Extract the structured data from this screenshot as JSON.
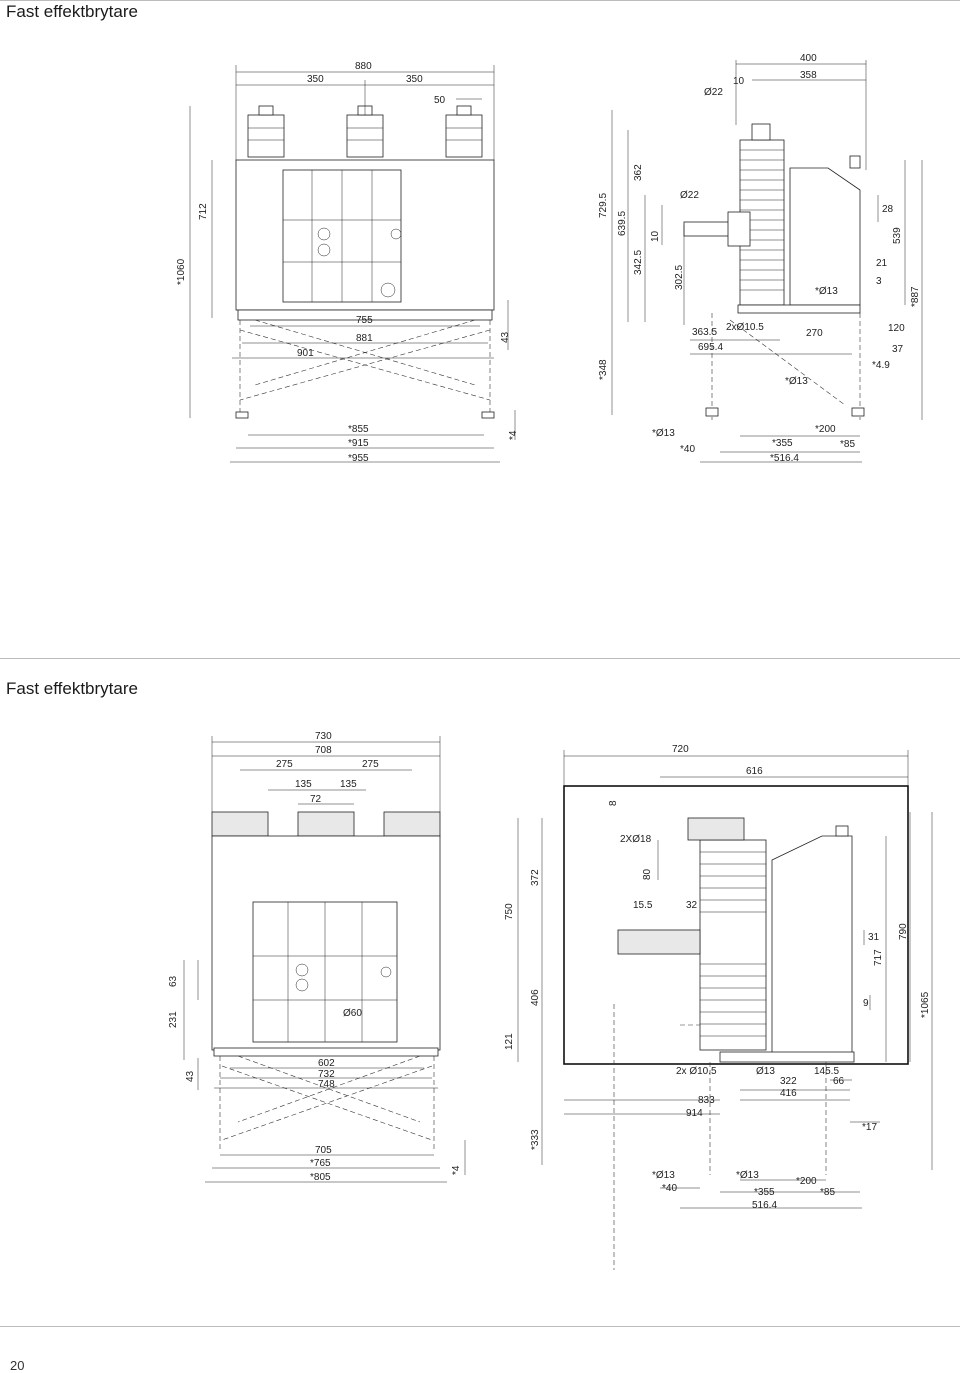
{
  "sections": [
    {
      "title": "Fast effektbrytare"
    },
    {
      "title": "Fast effektbrytare"
    }
  ],
  "page_number": "20",
  "drawing1": {
    "front_dims": [
      "880",
      "350",
      "350",
      "50",
      "712",
      "*1060",
      "755",
      "881",
      "901",
      "43",
      "*855",
      "*915",
      "*955",
      "*4"
    ],
    "side_dims": [
      "400",
      "358",
      "10",
      "Ø22",
      "Ø22",
      "729.5",
      "639.5",
      "362",
      "342.5",
      "10",
      "302.5",
      "28",
      "539",
      "21",
      "3",
      "*887",
      "*Ø13",
      "363.5",
      "2xØ10.5",
      "270",
      "695.4",
      "120",
      "37",
      "*4.9",
      "*348",
      "*Ø13",
      "*Ø13",
      "*40",
      "*200",
      "*355",
      "*85",
      "*516.4"
    ]
  },
  "drawing2": {
    "front_dims": [
      "730",
      "708",
      "275",
      "275",
      "135",
      "135",
      "72",
      "63",
      "231",
      "43",
      "Ø60",
      "602",
      "732",
      "748",
      "705",
      "*765",
      "*805",
      "*4"
    ],
    "side_dims": [
      "720",
      "616",
      "8",
      "2XØ18",
      "80",
      "372",
      "15.5",
      "32",
      "750",
      "31",
      "717",
      "790",
      "406",
      "9",
      "*1065",
      "121",
      "2x Ø10.5",
      "Ø13",
      "145.5",
      "322",
      "66",
      "416",
      "833",
      "914",
      "*333",
      "*17",
      "*Ø13",
      "*Ø13",
      "*40",
      "*200",
      "*355",
      "*85",
      "516.4"
    ]
  }
}
